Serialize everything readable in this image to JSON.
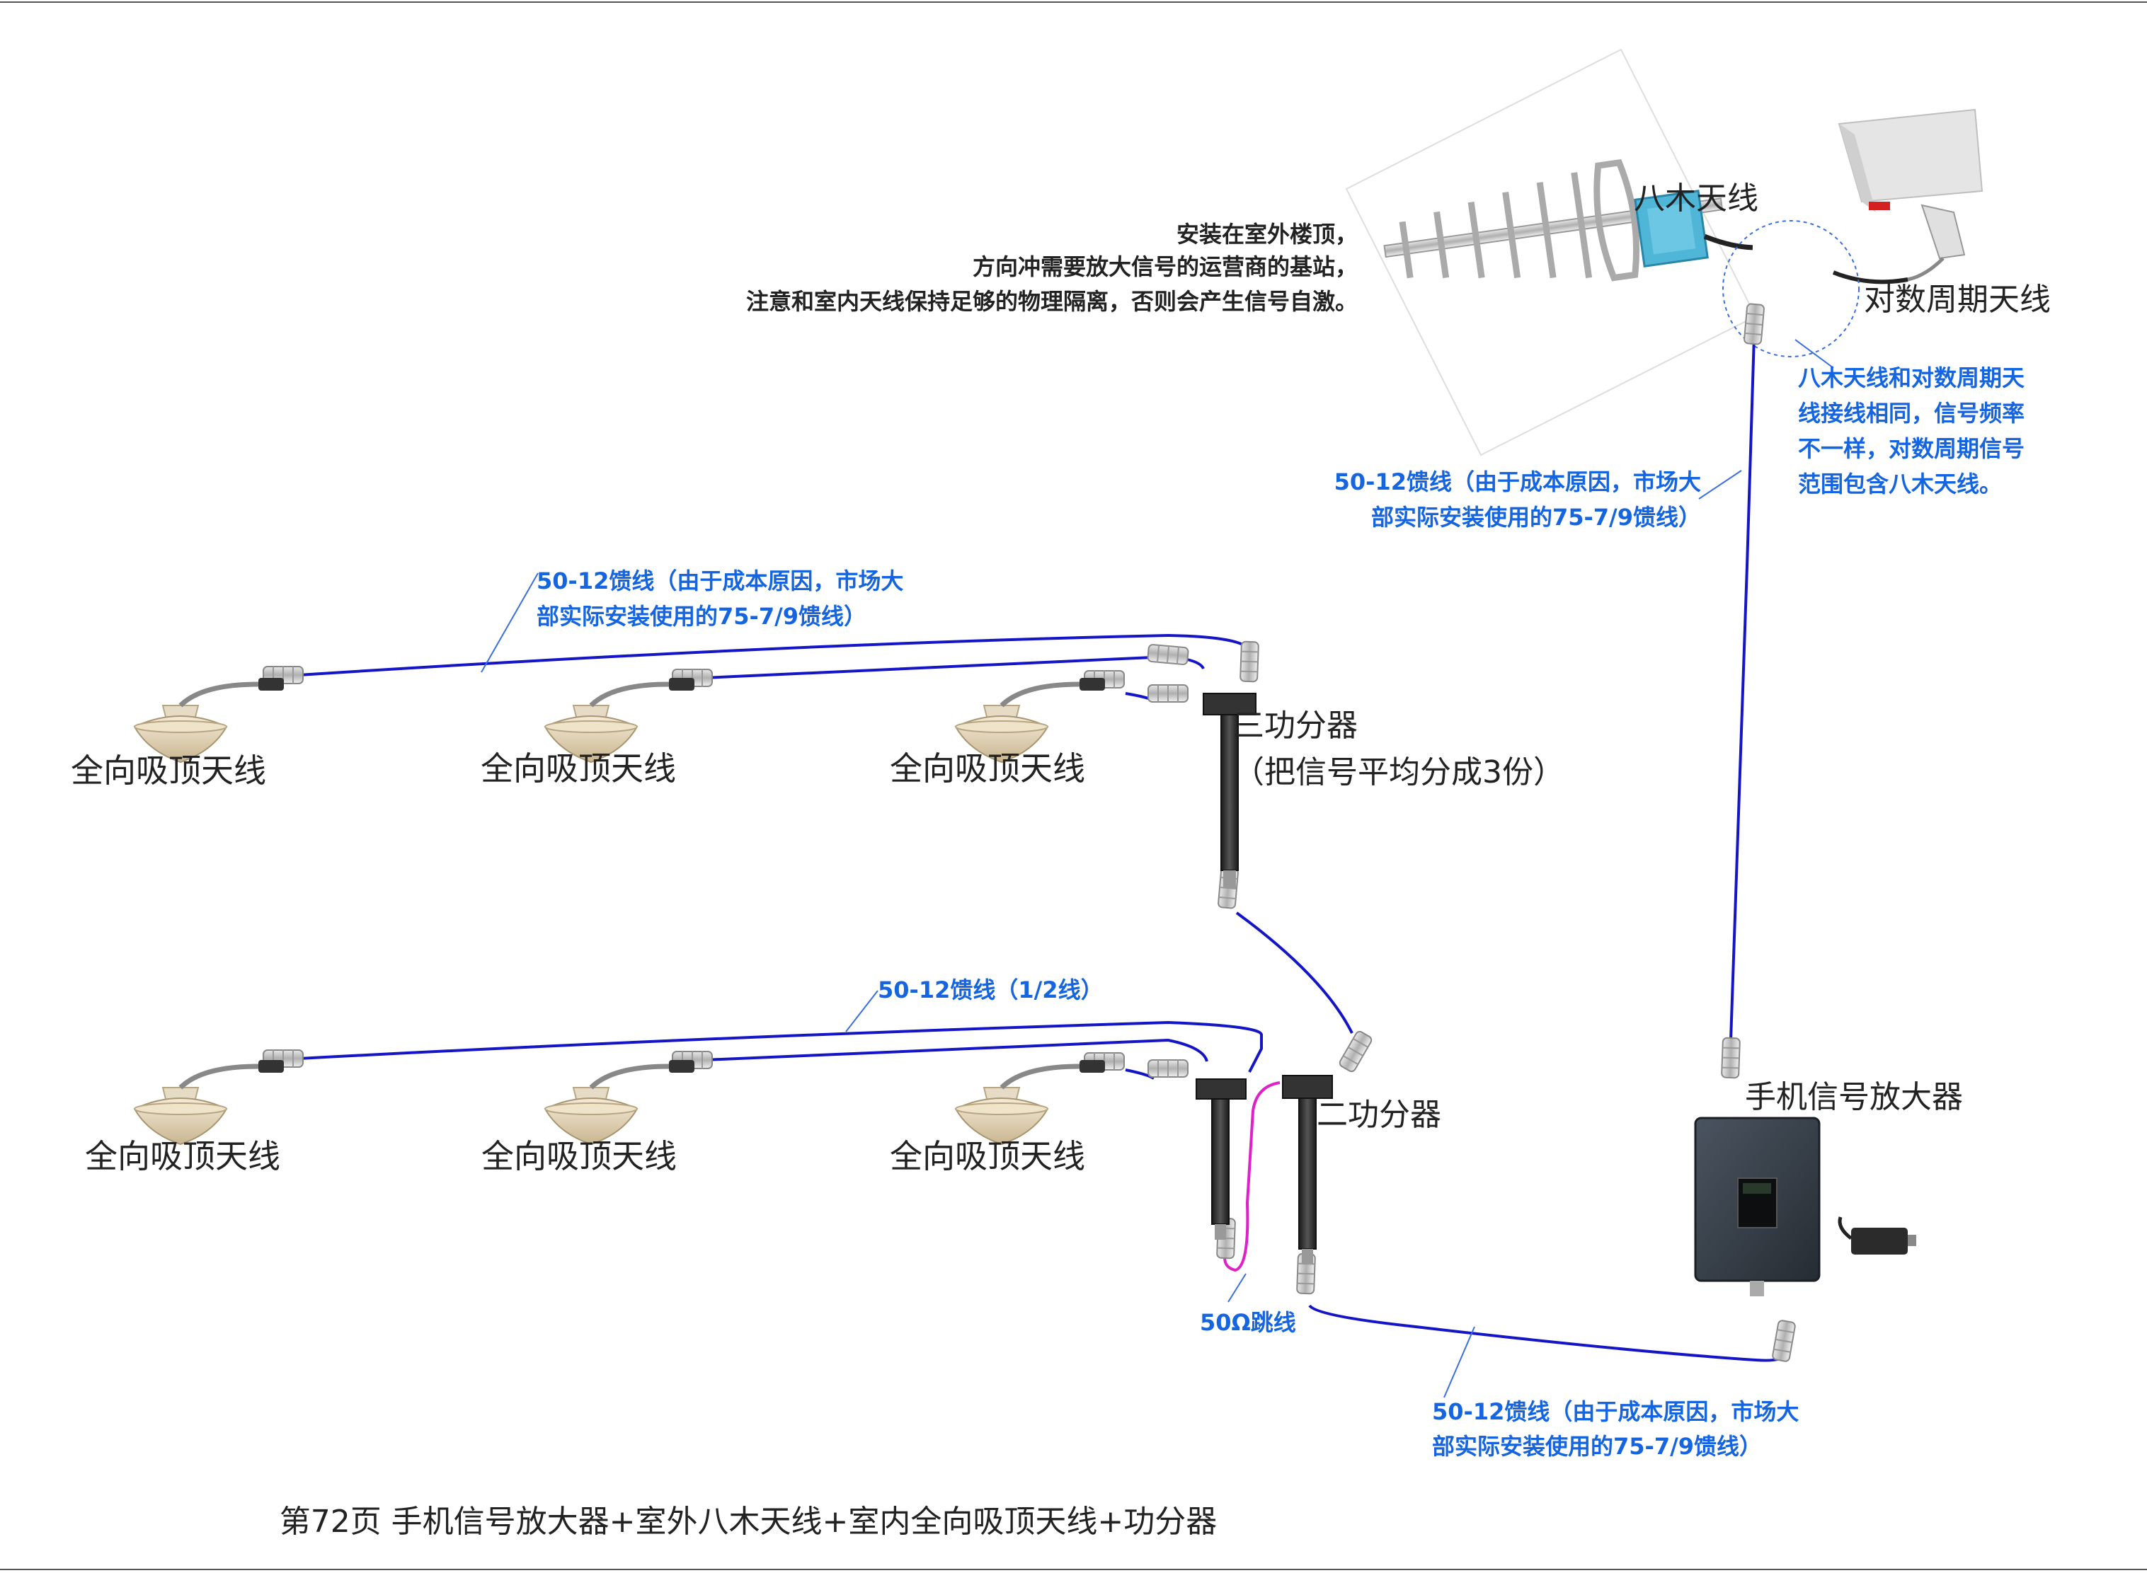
{
  "antennas": {
    "yagi_label": "八木天线",
    "logperiodic_label": "对数周期天线",
    "omni_label": "全向吸顶天线"
  },
  "install_note": {
    "line1": "安装在室外楼顶，",
    "line2": "方向冲需要放大信号的运营商的基站，",
    "line3": "注意和室内天线保持足够的物理隔离，否则会产生信号自激。"
  },
  "compare_note": {
    "line1": "八木天线和对数周期天",
    "line2": "线接线相同，信号频率",
    "line3": "不一样，对数周期信号",
    "line4": "范围包含八木天线。"
  },
  "feeder_note": {
    "line1": "50-12馈线（由于成本原因，市场大",
    "line2": "部实际安装使用的75-7/9馈线）"
  },
  "half_inch_feeder": "50-12馈线（1/2线）",
  "jumper_label": "50Ω跳线",
  "splitter3": {
    "line1": "三功分器",
    "line2": "（把信号平均分成3份）"
  },
  "splitter2_label": "二功分器",
  "amplifier_label": "手机信号放大器",
  "caption": "第72页  手机信号放大器+室外八木天线+室内全向吸顶天线+功分器",
  "colors": {
    "feeder": "#1515c8",
    "jumper": "#e020c8",
    "annotation": "#1565e0",
    "text": "#222222"
  }
}
